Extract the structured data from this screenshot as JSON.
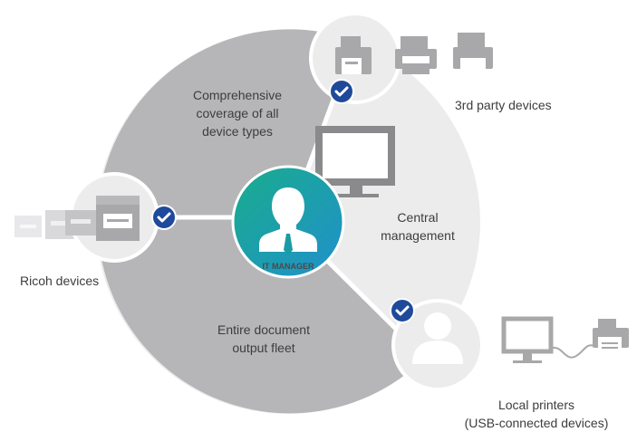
{
  "center": {
    "label": "IT MANAGER"
  },
  "segments": {
    "coverage": "Comprehensive\ncoverage of all\ndevice types",
    "central": "Central\nmanagement",
    "fleet": "Entire document\noutput fleet"
  },
  "nodes": {
    "third_party": "3rd party devices",
    "ricoh": "Ricoh devices",
    "local": "Local printers\n(USB-connected devices)"
  },
  "colors": {
    "dark_gray": "#b4b4b6",
    "light_gray": "#ececed",
    "white": "#ffffff",
    "check_blue": "#1f4a9b",
    "teal_start": "#1aa88f",
    "teal_end": "#1f8fc9",
    "icon_gray": "#9d9d9f",
    "text": "#3d3d3d"
  }
}
